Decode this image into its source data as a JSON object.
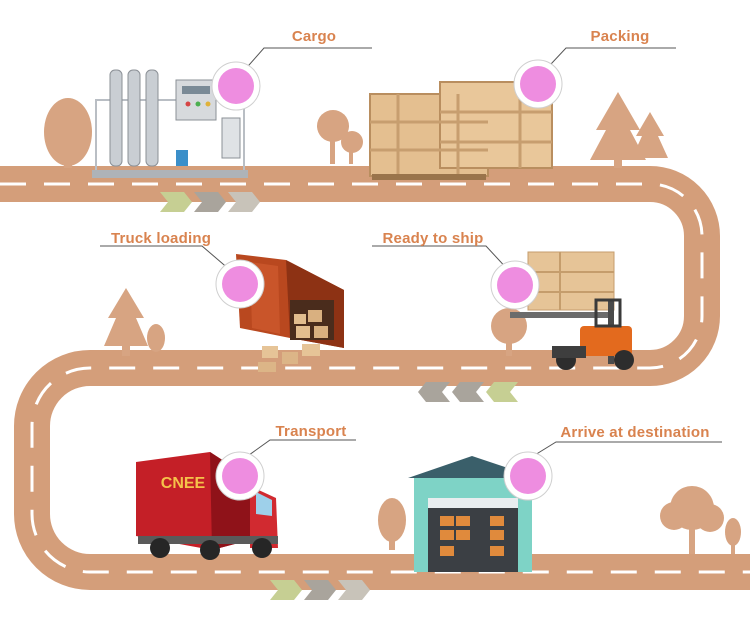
{
  "colors": {
    "road": "#d49e7a",
    "road_stripe": "#ffffff",
    "scenery": "#d7a482",
    "label": "#d9834f",
    "marker_fill": "#ee8de0",
    "marker_ring": "#ffffff",
    "chevron_grey": "#a9a49c",
    "chevron_olive": "#c6cf93"
  },
  "steps": [
    {
      "id": "cargo",
      "label": "Cargo",
      "icon": "water-treatment-machine-icon"
    },
    {
      "id": "packing",
      "label": "Packing",
      "icon": "wooden-crates-icon"
    },
    {
      "id": "truck-loading",
      "label": "Truck loading",
      "icon": "shipping-container-icon"
    },
    {
      "id": "ready-to-ship",
      "label": "Ready to ship",
      "icon": "forklift-icon"
    },
    {
      "id": "transport",
      "label": "Transport",
      "icon": "cargo-truck-icon"
    },
    {
      "id": "arrive",
      "label": "Arrive at destination",
      "icon": "warehouse-icon"
    }
  ],
  "truck_brand": "CNEE"
}
